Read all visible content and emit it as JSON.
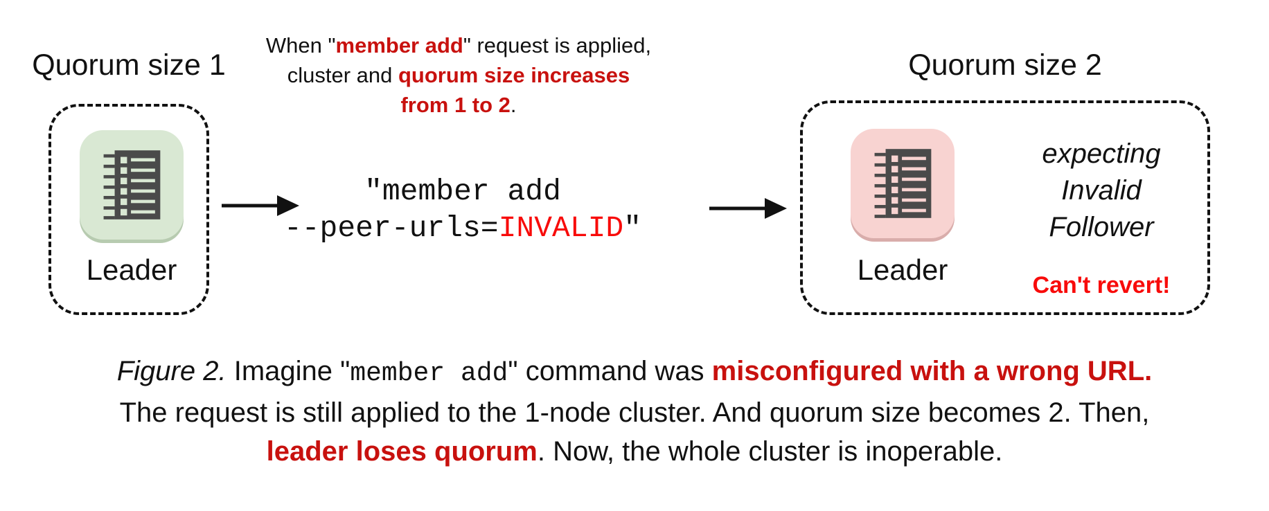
{
  "colors": {
    "background": "#ffffff",
    "dashed_border": "#111111",
    "dark_red_accent": "#c8110e",
    "bright_red_accent": "#f80b0a",
    "icon_glyph": "#4a4a4a",
    "leader_ok_icon_bg": "#d9e8d3",
    "leader_fail_icon_bg": "#f8d3d1"
  },
  "left_cluster": {
    "title": "Quorum size 1",
    "node_label": "Leader",
    "icon": "server-icon"
  },
  "annotation": {
    "line1_a": "When \"",
    "line1_red": "member add",
    "line1_b": "\" request is applied,",
    "line2_a": "cluster and ",
    "line2_red": "quorum size increases",
    "line3_red": "from 1 to 2",
    "line3_a": "."
  },
  "command": {
    "line1": "\"member add",
    "line2_a": "--peer-urls=",
    "line2_invalid": "INVALID",
    "line2_b": "\""
  },
  "right_cluster": {
    "title": "Quorum size 2",
    "node_label": "Leader",
    "icon": "server-icon",
    "expecting_line1": "expecting",
    "expecting_line2": "Invalid",
    "expecting_line3": "Follower",
    "warning": "Can't revert!"
  },
  "caption": {
    "line1_figure": "Figure 2.",
    "line1_a": " Imagine \"",
    "line1_code": "member add",
    "line1_b": "\" command was ",
    "line1_red": "misconfigured with a wrong URL.",
    "line2": "The request is still applied to the 1-node cluster. And quorum size becomes 2. Then,",
    "line3_red": "leader loses quorum",
    "line3_a": ". Now, the whole cluster is inoperable."
  }
}
